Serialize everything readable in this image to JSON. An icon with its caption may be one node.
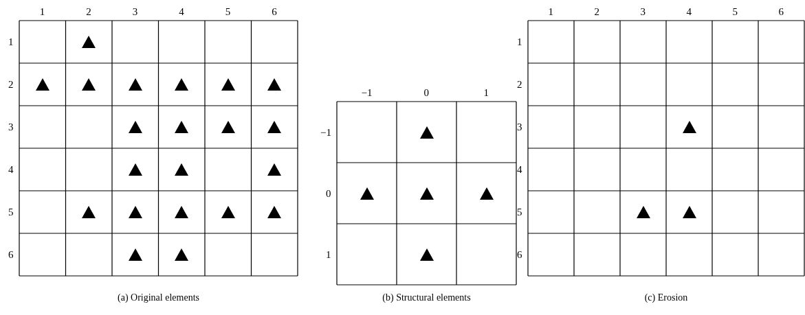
{
  "diagram": {
    "nodes": [
      {
        "text": [
          "(a) Original elements"
        ]
      },
      {
        "text": [],
        "shape": "triangle",
        "in": 0
      },
      {
        "text": [],
        "shape": "triangle",
        "in": 0
      },
      {
        "text": [],
        "shape": "triangle",
        "in": 0
      },
      {
        "text": [],
        "shape": "triangle",
        "in": 0
      },
      {
        "text": [],
        "shape": "triangle",
        "in": 0
      },
      {
        "text": [],
        "shape": "triangle",
        "in": 0
      },
      {
        "text": [],
        "shape": "triangle",
        "in": 0
      },
      {
        "text": [],
        "shape": "triangle",
        "in": 0
      },
      {
        "text": [],
        "shape": "triangle",
        "in": 0
      },
      {
        "text": [],
        "shape": "triangle",
        "in": 0
      },
      {
        "text": [],
        "shape": "triangle",
        "in": 0
      },
      {
        "text": [],
        "shape": "triangle",
        "in": 0
      },
      {
        "text": [],
        "shape": "triangle",
        "in": 0
      },
      {
        "text": [],
        "shape": "triangle",
        "in": 0
      },
      {
        "text": [],
        "shape": "triangle",
        "in": 0
      },
      {
        "text": [],
        "shape": "triangle",
        "in": 0
      },
      {
        "text": [],
        "shape": "triangle",
        "in": 0
      },
      {
        "text": [],
        "shape": "triangle",
        "in": 0
      },
      {
        "text": [],
        "shape": "triangle",
        "in": 0
      },
      {
        "text": [],
        "shape": "triangle",
        "in": 0
      },
      {
        "text": [],
        "shape": "triangle",
        "in": 0
      },
      {
        "text": [
          "(b) Structural elements"
        ]
      },
      {
        "text": [],
        "shape": "triangle",
        "in": 22
      },
      {
        "text": [],
        "shape": "triangle",
        "in": 22
      },
      {
        "text": [],
        "shape": "triangle",
        "in": 22
      },
      {
        "text": [],
        "shape": "triangle",
        "in": 22
      },
      {
        "text": [],
        "shape": "triangle",
        "in": 22
      },
      {
        "text": [
          "(c) Erosion"
        ]
      },
      {
        "text": [],
        "shape": "triangle",
        "in": 28
      },
      {
        "text": [],
        "shape": "triangle",
        "in": 28
      },
      {
        "text": [],
        "shape": "triangle",
        "in": 28
      }
    ],
    "labels": [
      "1",
      "2",
      "3",
      "4",
      "5",
      "6",
      "1",
      "2",
      "3",
      "4",
      "5",
      "6",
      "−1",
      "0",
      "1",
      "−1",
      "0",
      "1",
      "1",
      "2",
      "3",
      "4",
      "5",
      "6",
      "1",
      "2",
      "3",
      "4",
      "5",
      "6"
    ]
  }
}
